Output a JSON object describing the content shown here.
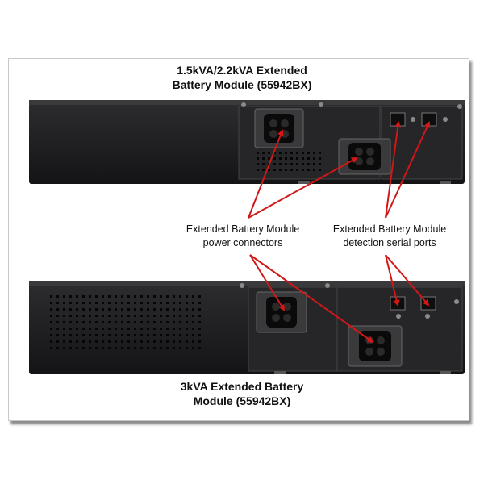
{
  "top_title": "1.5kVA/2.2kVA Extended\nBattery Module (55942BX)",
  "bottom_title": "3kVA Extended Battery\nModule (55942BX)",
  "label_power": "Extended Battery Module\npower connectors",
  "label_serial": "Extended Battery Module\ndetection serial ports",
  "colors": {
    "arrow": "#d01818",
    "chassis": "#1b1b1d",
    "panel": "#2a2a2c"
  }
}
